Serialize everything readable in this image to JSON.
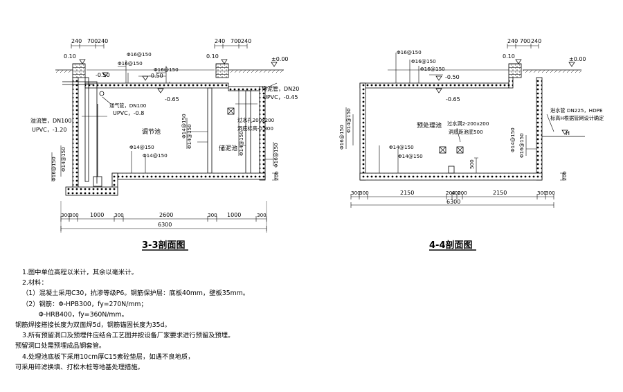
{
  "section_3_3": {
    "title": "3-3剖面图",
    "top_dims_left": [
      "240",
      "700",
      "240"
    ],
    "top_dims_right": [
      "240",
      "700",
      "240"
    ],
    "elev_left_top": "0.10",
    "elev_right_top": "0.10",
    "elev_ground": "±0.00",
    "elev_inner_left": "-0.50",
    "elev_inner_mid": "-0.50",
    "elev_inner_left2": "-0.65",
    "rebar_top_1": "Φ16@150",
    "rebar_top_2": "Φ16@150",
    "rebar_top_3": "Φ16@150",
    "vent_pipe_1": "通气管，DN100",
    "vent_pipe_2": "UPVC，-0.8",
    "overflow_pipe_1": "溢流管，DN100",
    "overflow_pipe_2": "UPVC，-1.20",
    "sludge_pipe_1": "排泥管，DN20",
    "sludge_pipe_2": "UPVC，-0.45",
    "hole_1": "过水孔200x200",
    "hole_2": "洞底标高-0.800",
    "tank_regulating": "调节池",
    "tank_sludge": "储泥池",
    "wall_rebar_1": "Φ14@150",
    "wall_rebar_2": "Φ14@150",
    "wall_rebar_3": "Φ14@150",
    "wall_rebar_4": "Φ16@150",
    "wall_rebar_5": "Φ14@150",
    "wall_rebar_6": "Φ16@150",
    "bottom_rebar_1": "Φ14@150",
    "bottom_rebar_2": "Φ14@150",
    "right_dim": "200",
    "bottom_dims": [
      "300",
      "300",
      "1000",
      "300",
      "2600",
      "300",
      "1000",
      "300"
    ],
    "total": "6300"
  },
  "section_4_4": {
    "title": "4-4剖面图",
    "top_dims": [
      "240",
      "700",
      "240"
    ],
    "elev_top": "0.10",
    "elev_ground": "±0.00",
    "elev_inner": "-0.50",
    "elev_inner2": "-0.65",
    "rebar_top_1": "Φ16@150",
    "rebar_top_2": "Φ16@150",
    "rebar_top_3": "Φ16@150",
    "tank_pretreat": "预处理池",
    "hole_1": "过水洞2-200x200",
    "hole_2": "洞底距池底500",
    "inlet_1": "进水管 DN225，HDPE",
    "inlet_2": "标高H根据管网设计确定",
    "level_h": "H",
    "wall_rebar_1": "Φ16@150",
    "wall_rebar_2": "Φ14@150",
    "wall_rebar_3": "Φ14@150",
    "wall_rebar_4": "Φ16@150",
    "bottom_rebar_1": "Φ14@150",
    "bottom_rebar_2": "Φ14@150",
    "dim_500": "500",
    "right_dim": "200",
    "bottom_dims": [
      "300",
      "300",
      "2150",
      "200",
      "400",
      "200",
      "2150",
      "300",
      "300"
    ],
    "total": "6300"
  },
  "notes": [
    "1.图中单位高程以米计，其余以毫米计。",
    "2.材料：",
    "（1）混凝土采用C30，抗渗等级P6。钢筋保护层：底板40mm，壁板35mm。",
    "（2）钢筋：Φ-HPB300，fy=270N/mm；",
    "        Φ-HRB400，fy=360N/mm。",
    "钢筋焊接搭接长度为双面焊5d，钢筋锚固长度为35d。",
    "3.所有预留洞口及预埋件应结合工艺图并按设备厂家要求进行预留及预埋。",
    "预留洞口处需预埋成品钢套管。",
    "4.处理池底板下采用10cm厚C15素砼垫层，如遇不良地质，",
    "可采用碎滤换填、打松木桩等地基处理措施。"
  ]
}
